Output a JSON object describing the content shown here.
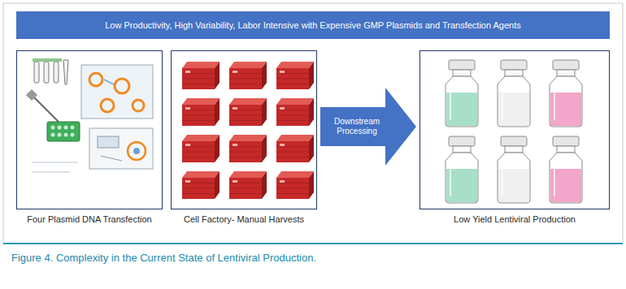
{
  "diagram": {
    "caption": "Figure 4. Complexity in the Current State of Lentiviral Production.",
    "nodes": [
      {
        "text": [
          "Low Productivity, High Variability, Labor Intensive with Expensive GMP Plasmids and Transfection Agents"
        ]
      },
      {
        "text": [
          "Four Plasmid DNA Transfection"
        ]
      },
      {
        "text": [
          "Cell Factory- Manual Harvests"
        ]
      },
      {
        "text": [
          "Downstream Processing"
        ]
      },
      {
        "text": [
          "Low Yield Lentiviral Production"
        ]
      }
    ]
  }
}
